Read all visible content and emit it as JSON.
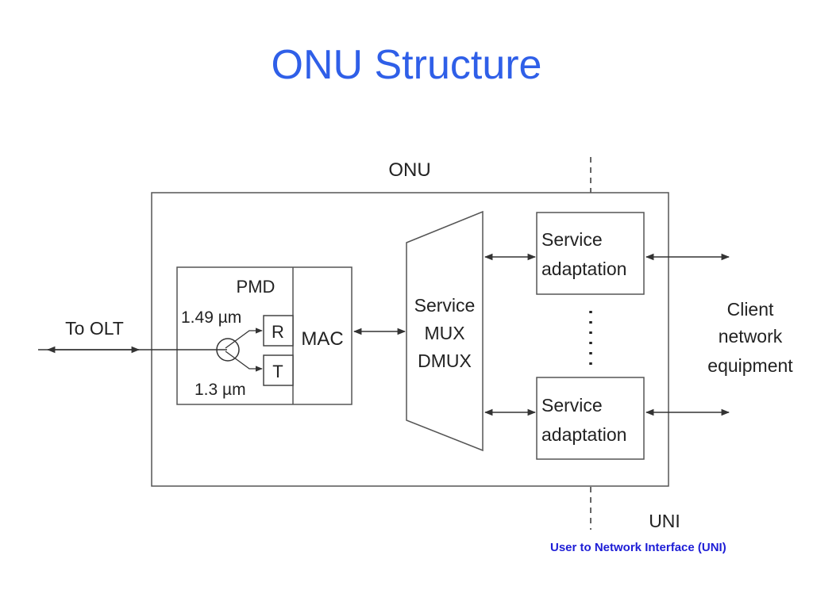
{
  "slide": {
    "title": "ONU Structure",
    "caption": "User to Network Interface (UNI)"
  },
  "diagram": {
    "onu_label": "ONU",
    "pmd_label": "PMD",
    "wavelength_rx": "1.49 µm",
    "wavelength_tx": "1.3 µm",
    "receiver_label": "R",
    "transmitter_label": "T",
    "mac_label": "MAC",
    "mux_lines": [
      "Service",
      "MUX",
      "DMUX"
    ],
    "service_adaptation_top": [
      "Service",
      "adaptation"
    ],
    "service_adaptation_bottom": [
      "Service",
      "adaptation"
    ],
    "olt_label": "To OLT",
    "client_lines": [
      "Client",
      "network",
      "equipment"
    ],
    "uni_label": "UNI"
  }
}
